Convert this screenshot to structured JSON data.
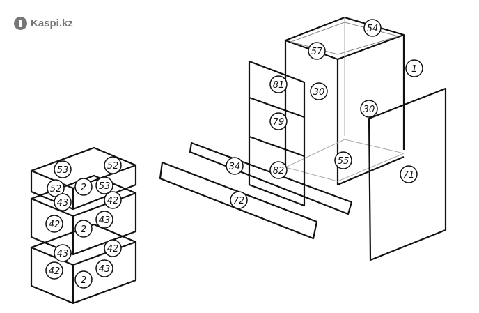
{
  "watermark": "Kaspi.kz",
  "callouts": [
    "53",
    "52",
    "52",
    "2",
    "53",
    "43",
    "42",
    "42",
    "2",
    "43",
    "43",
    "42",
    "42",
    "2",
    "43",
    "54",
    "57",
    "1",
    "81",
    "30",
    "30",
    "79",
    "34",
    "82",
    "55",
    "71",
    "72"
  ]
}
